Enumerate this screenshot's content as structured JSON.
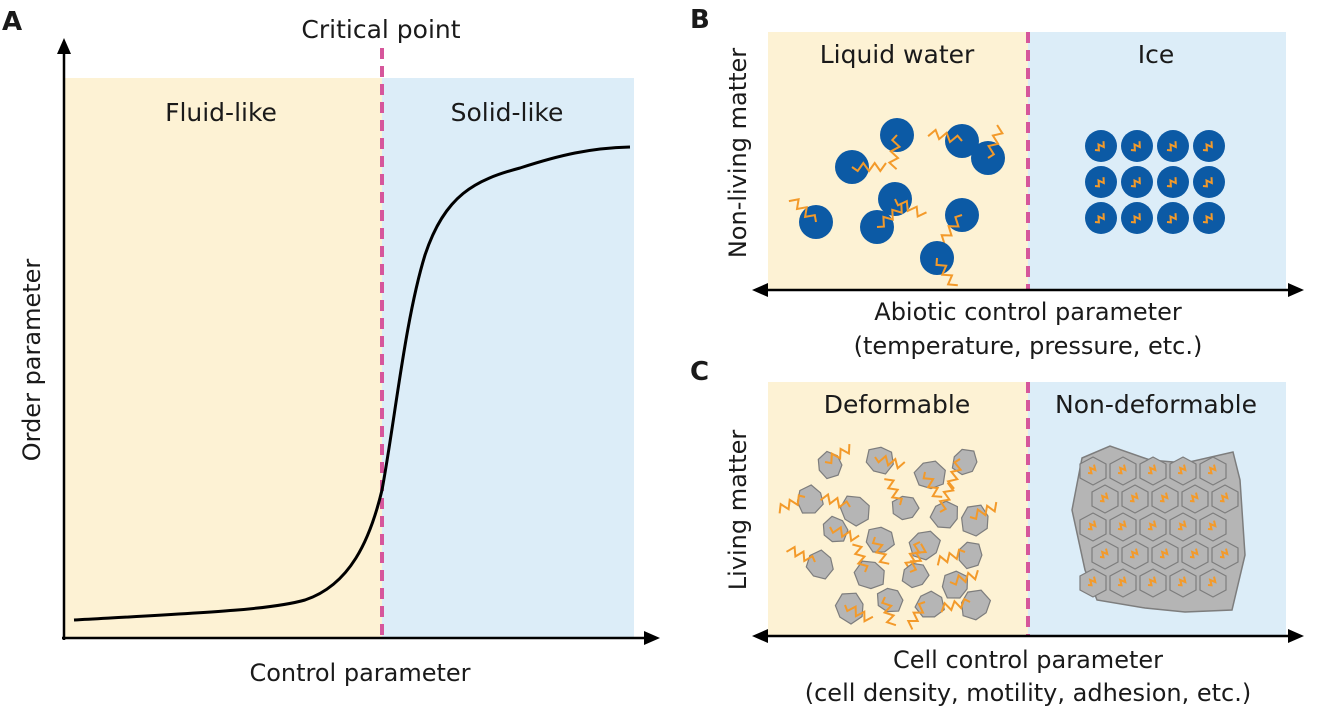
{
  "panels": {
    "a": {
      "letter": "A",
      "critical_label": "Critical point",
      "fluid_label": "Fluid-like",
      "solid_label": "Solid-like",
      "xlabel": "Control parameter",
      "ylabel": "Order parameter"
    },
    "b": {
      "letter": "B",
      "left_label": "Liquid water",
      "right_label": "Ice",
      "ylabel": "Non-living matter",
      "xlabel_line1": "Abiotic control parameter",
      "xlabel_line2": "(temperature, pressure, etc.)"
    },
    "c": {
      "letter": "C",
      "left_label": "Deformable",
      "right_label": "Non-deformable",
      "ylabel": "Living matter",
      "xlabel_line1": "Cell control parameter",
      "xlabel_line2": "(cell density, motility, adhesion, etc.)"
    }
  },
  "colors": {
    "fluid_bg": "#fdf2d4",
    "solid_bg": "#dcedf8",
    "critical_line": "#d6569b",
    "curve": "#000000",
    "molecule": "#0c5aa5",
    "squiggle": "#f39a2a",
    "cell": "#b5b5b5",
    "cell_outline": "#7d7d7d"
  }
}
